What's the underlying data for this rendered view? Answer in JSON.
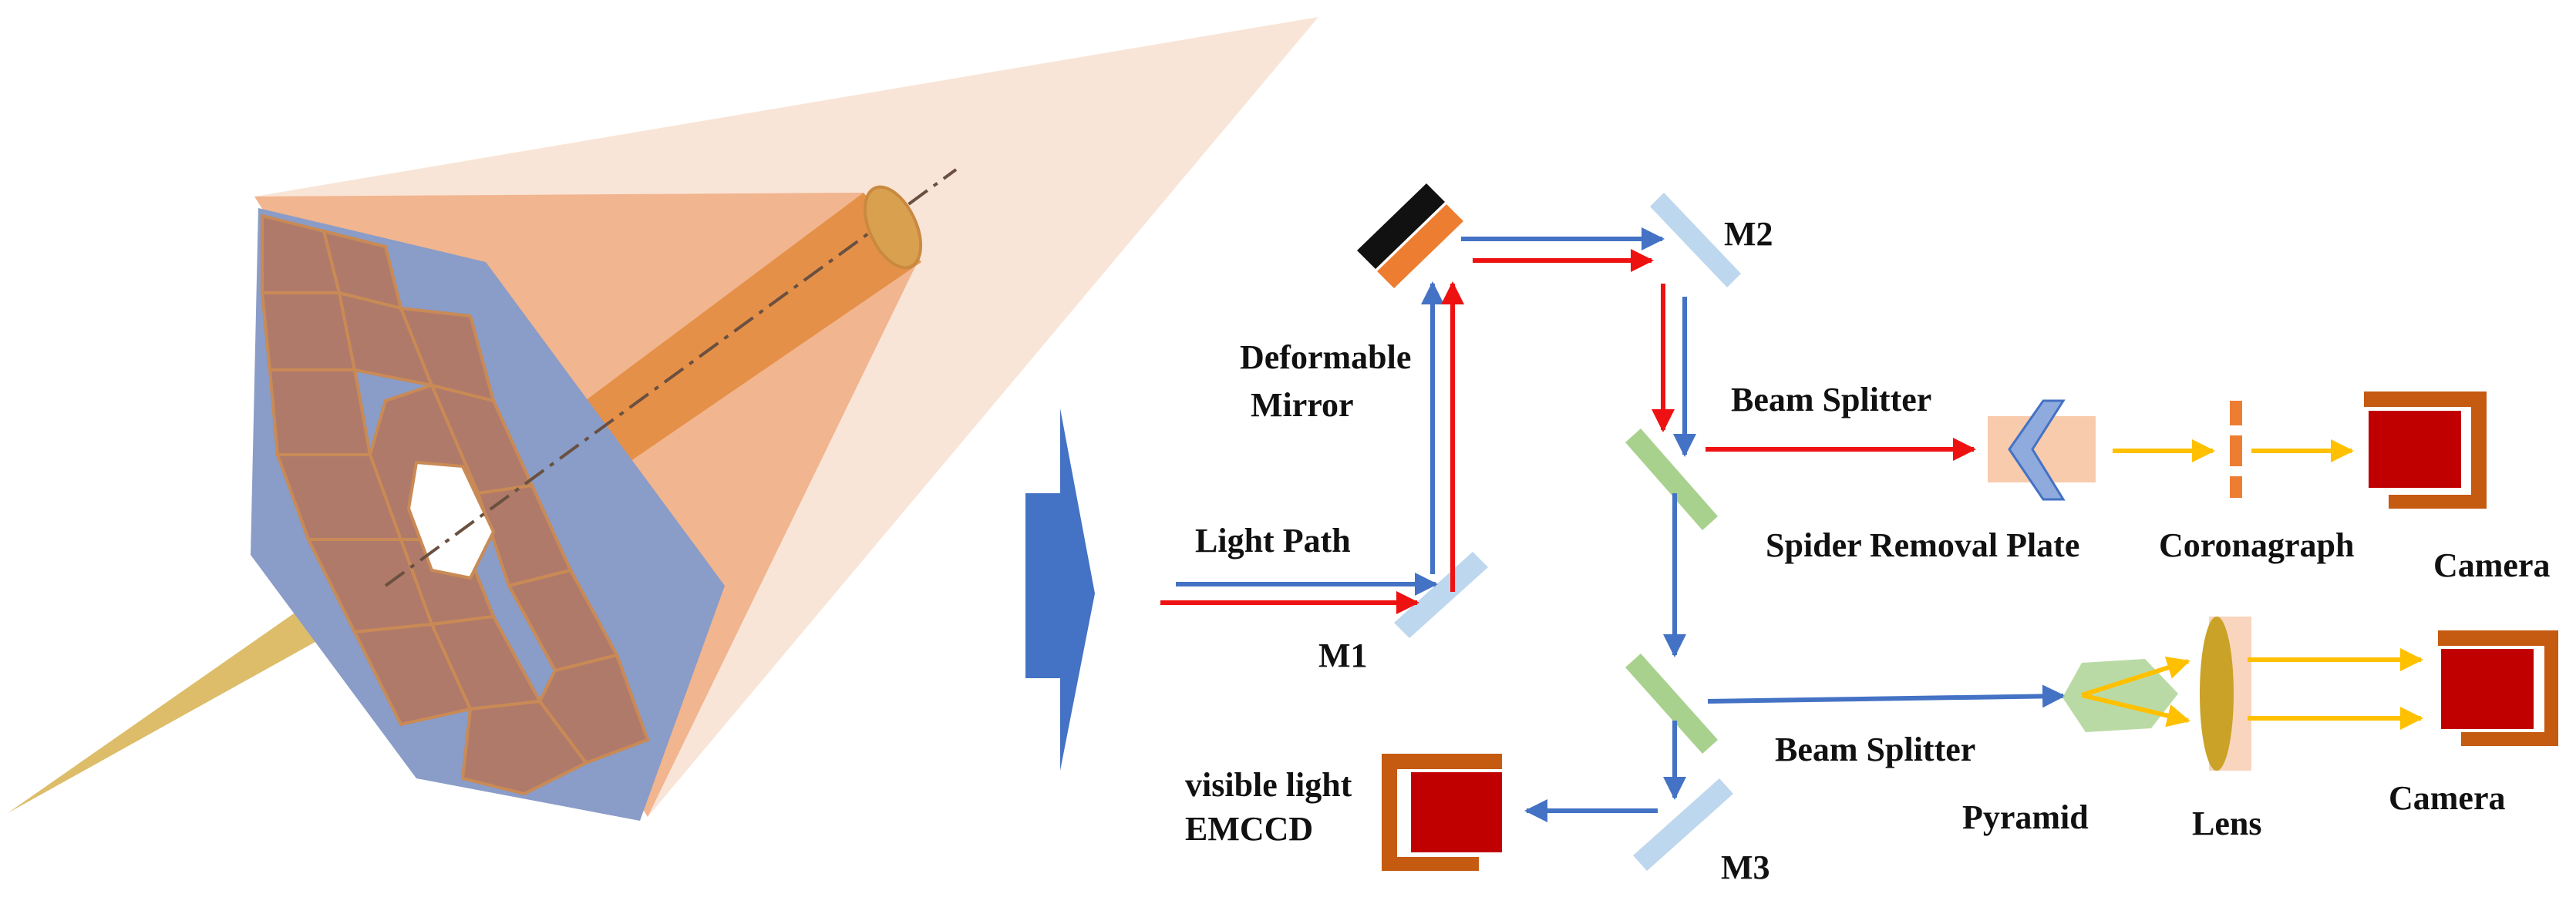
{
  "labels": {
    "deformable_mirror_line1": "Deformable",
    "deformable_mirror_line2": "Mirror",
    "m2": "M2",
    "m1": "M1",
    "m3": "M3",
    "light_path": "Light Path",
    "beam_splitter_top": "Beam Splitter",
    "beam_splitter_bottom": "Beam Splitter",
    "spider_removal_plate": "Spider Removal Plate",
    "coronagraph": "Coronagraph",
    "camera_top": "Camera",
    "camera_bottom": "Camera",
    "pyramid": "Pyramid",
    "lens": "Lens",
    "emccd_line1": "visible light",
    "emccd_line2": "EMCCD"
  },
  "colors": {
    "blue_beam": "#4472c4",
    "red_beam": "#ee1111",
    "yellow_beam": "#ffc000",
    "mirror": "#bdd7ee",
    "beam_splitter": "#a9d18e",
    "camera_body": "#c00000",
    "camera_frame": "#c55a11",
    "telescope_cone": "#f4b183",
    "segment": "#b07a6a",
    "arrow_block": "#4472c4"
  },
  "icons": {
    "deformable_mirror": "deformable-mirror-icon",
    "camera": "camera-icon",
    "pyramid": "pyramid-prism-icon",
    "lens": "lens-icon",
    "coronagraph": "coronagraph-mask-icon",
    "spider_plate": "spider-removal-plate-icon"
  }
}
